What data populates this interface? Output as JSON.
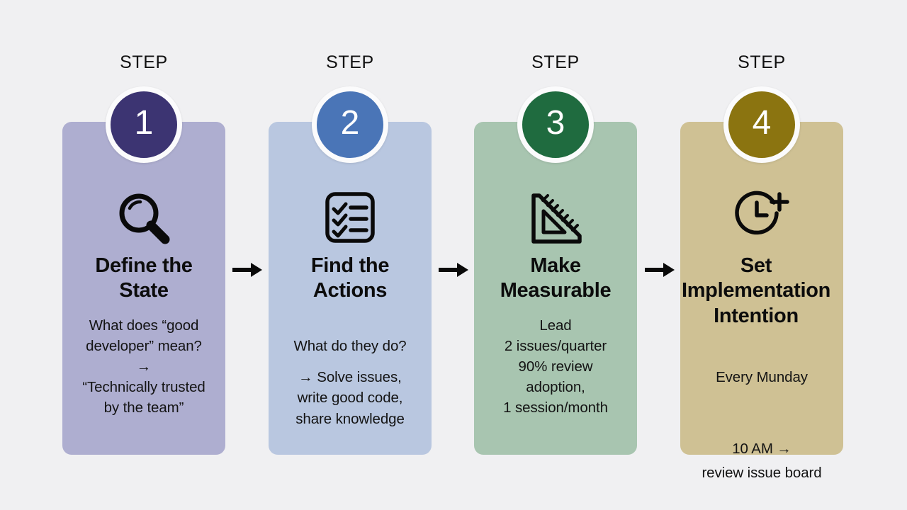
{
  "page": {
    "background_color": "#f0f0f2",
    "step_label": "STEP"
  },
  "steps": [
    {
      "number": "1",
      "label": "STEP",
      "badge_color": "#3c3472",
      "card_color": "#aeaed0",
      "icon": "magnifier-icon",
      "title": "Define the\nState",
      "body": "What does “good\ndeveloper” mean?\n→\n“Technically trusted\nby the team”"
    },
    {
      "number": "2",
      "label": "STEP",
      "badge_color": "#4a75b7",
      "card_color": "#b9c7e0",
      "icon": "checklist-icon",
      "title": "Find the\nActions",
      "body_line1": "What do they do?",
      "body_line2": "→ Solve issues,\nwrite good code,\nshare knowledge"
    },
    {
      "number": "3",
      "label": "STEP",
      "badge_color": "#1f6b3f",
      "card_color": "#a8c5b0",
      "icon": "triangle-ruler-icon",
      "title": "Make\nMeasurable",
      "body": "Lead\n2 issues/quarter\n90% review\nadoption,\n1 session/month"
    },
    {
      "number": "4",
      "label": "STEP",
      "badge_color": "#8b7410",
      "card_color": "#cfc194",
      "icon": "clock-plus-icon",
      "title": "Set\nImplementation\nIntention",
      "body_line1": "Every Munday",
      "body_line2": "10 AM →\nreview issue board"
    }
  ],
  "arrows": [
    {
      "name": "arrow-step1-to-step2",
      "glyph": "→"
    },
    {
      "name": "arrow-step2-to-step3",
      "glyph": "→"
    },
    {
      "name": "arrow-step3-to-step4",
      "glyph": "→"
    }
  ]
}
